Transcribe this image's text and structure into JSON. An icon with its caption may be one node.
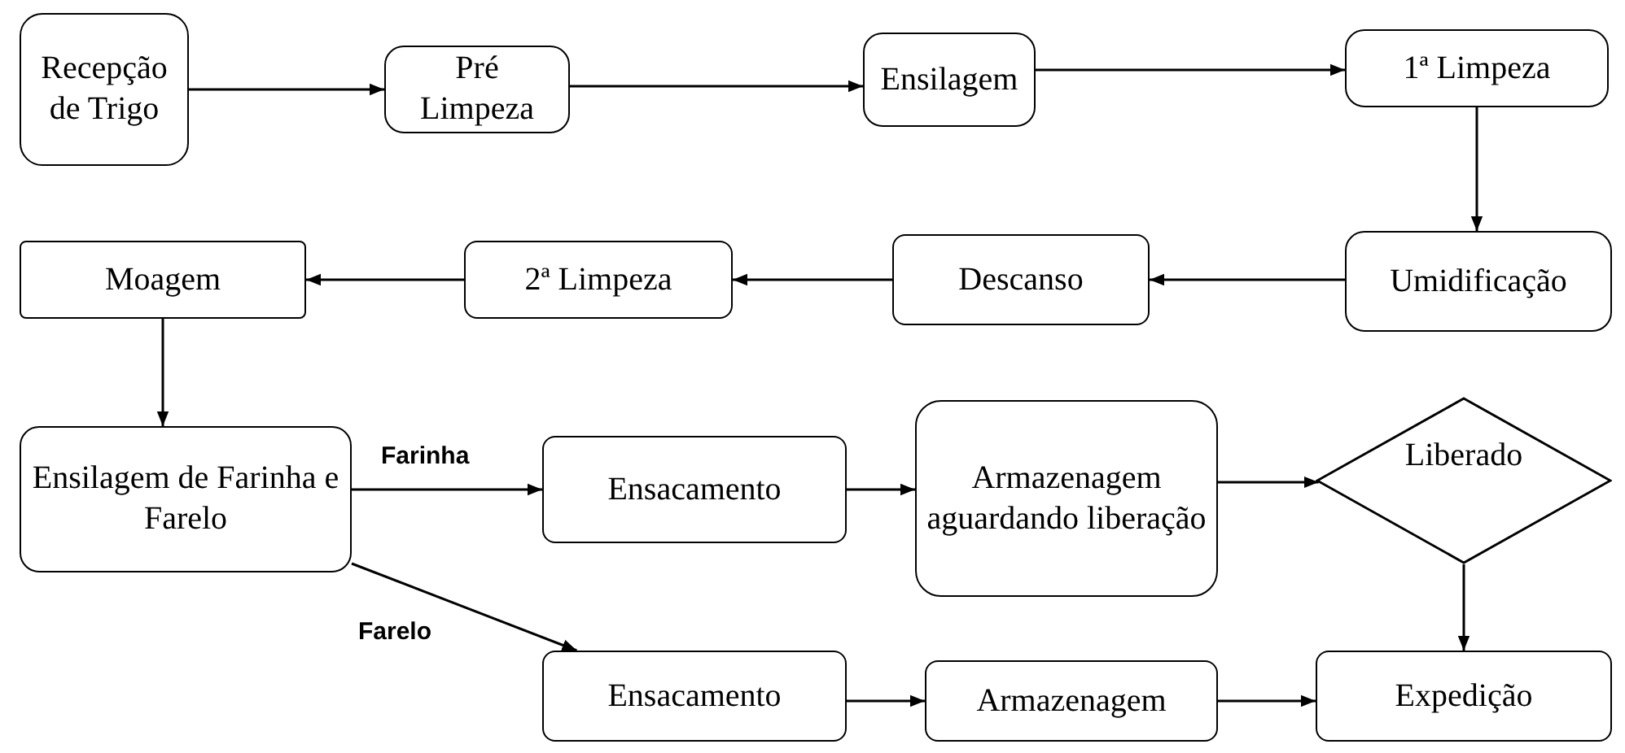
{
  "diagram": {
    "nodes": [
      {
        "text": [
          "Recepção de Trigo"
        ]
      },
      {
        "text": [
          "Pré Limpeza"
        ]
      },
      {
        "text": [
          "Ensilagem"
        ]
      },
      {
        "text": [
          "1ª Limpeza"
        ]
      },
      {
        "text": [
          "Umidificação"
        ]
      },
      {
        "text": [
          "Descanso"
        ]
      },
      {
        "text": [
          "2ª Limpeza"
        ]
      },
      {
        "text": [
          "Moagem"
        ]
      },
      {
        "text": [
          "Ensilagem de Farinha e Farelo"
        ]
      },
      {
        "text": [
          "Ensacamento"
        ]
      },
      {
        "text": [
          "Armazenagem aguardando liberação"
        ]
      },
      {
        "text": [
          "Liberado"
        ]
      },
      {
        "text": [
          "Ensacamento"
        ]
      },
      {
        "text": [
          "Armazenagem"
        ]
      },
      {
        "text": [
          "Expedição"
        ]
      }
    ],
    "edges": [
      {
        "from": 0,
        "to": 1,
        "arrow": "to"
      },
      {
        "from": 1,
        "to": 2,
        "arrow": "to"
      },
      {
        "from": 2,
        "to": 3,
        "arrow": "to"
      },
      {
        "from": 3,
        "to": 4,
        "arrow": "to"
      },
      {
        "from": 4,
        "to": 5,
        "arrow": "to"
      },
      {
        "from": 5,
        "to": 6,
        "arrow": "to"
      },
      {
        "from": 6,
        "to": 7,
        "arrow": "to"
      },
      {
        "from": 7,
        "to": 8,
        "arrow": "to"
      },
      {
        "from": 8,
        "to": 9,
        "label": "Farinha",
        "arrow": "to"
      },
      {
        "from": 9,
        "to": 10,
        "arrow": "to"
      },
      {
        "from": 10,
        "to": 11,
        "arrow": "to"
      },
      {
        "from": 8,
        "to": 12,
        "label": "Farelo",
        "arrow": "to"
      },
      {
        "from": 12,
        "to": 13,
        "arrow": "to"
      },
      {
        "from": 13,
        "to": 14,
        "arrow": "to"
      },
      {
        "from": 11,
        "to": 14,
        "arrow": "to"
      }
    ]
  }
}
